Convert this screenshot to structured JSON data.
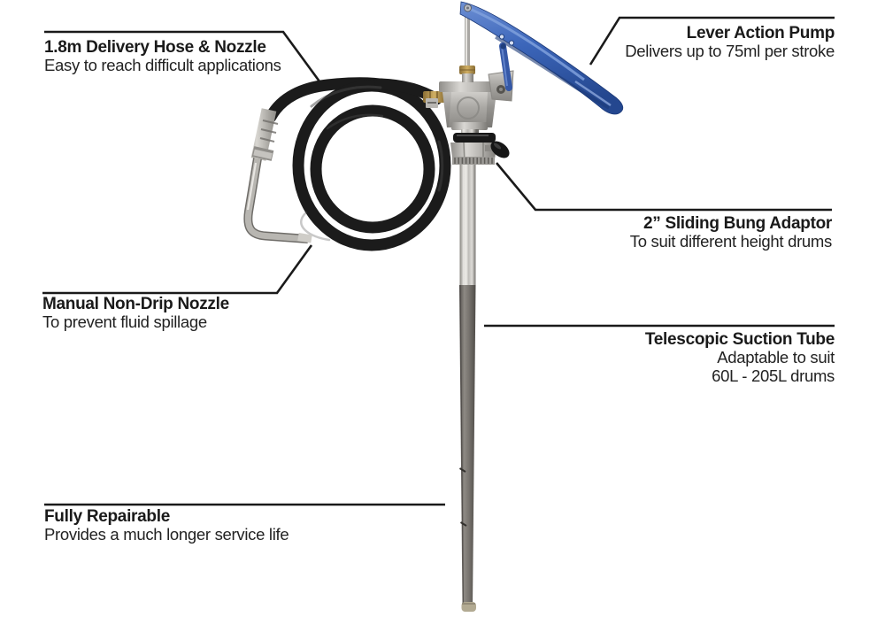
{
  "product": {
    "colors": {
      "background": "#ffffff",
      "leader_line": "#1a1a1a",
      "text": "#1a1a1a",
      "lever_blue": "#3c66ba",
      "lever_blue_dark": "#1d3a78",
      "lever_blue_light": "#7fa0dc",
      "hose_black": "#1b1b1b",
      "metal_light": "#d9d7d3",
      "metal_mid": "#a9a7a3",
      "metal_dark": "#6f6d69",
      "brass": "#b2914c",
      "tube_gray": "#75716c",
      "tube_tip_tan": "#b2aa92"
    }
  },
  "callouts": [
    {
      "id": "delivery-hose-nozzle",
      "title": "1.8m Delivery Hose & Nozzle",
      "description": "Easy to reach difficult applications"
    },
    {
      "id": "lever-action-pump",
      "title": "Lever Action Pump",
      "description": "Delivers up to 75ml per stroke"
    },
    {
      "id": "sliding-bung-adaptor",
      "title": "2” Sliding Bung Adaptor",
      "description": "To suit different height drums"
    },
    {
      "id": "manual-non-drip-nozzle",
      "title": "Manual Non-Drip Nozzle",
      "description": "To prevent fluid spillage"
    },
    {
      "id": "telescopic-suction-tube",
      "title": "Telescopic Suction Tube",
      "description": "Adaptable to suit",
      "description2": "60L - 205L drums"
    },
    {
      "id": "fully-repairable",
      "title": "Fully Repairable",
      "description": "Provides a much longer service life"
    }
  ]
}
